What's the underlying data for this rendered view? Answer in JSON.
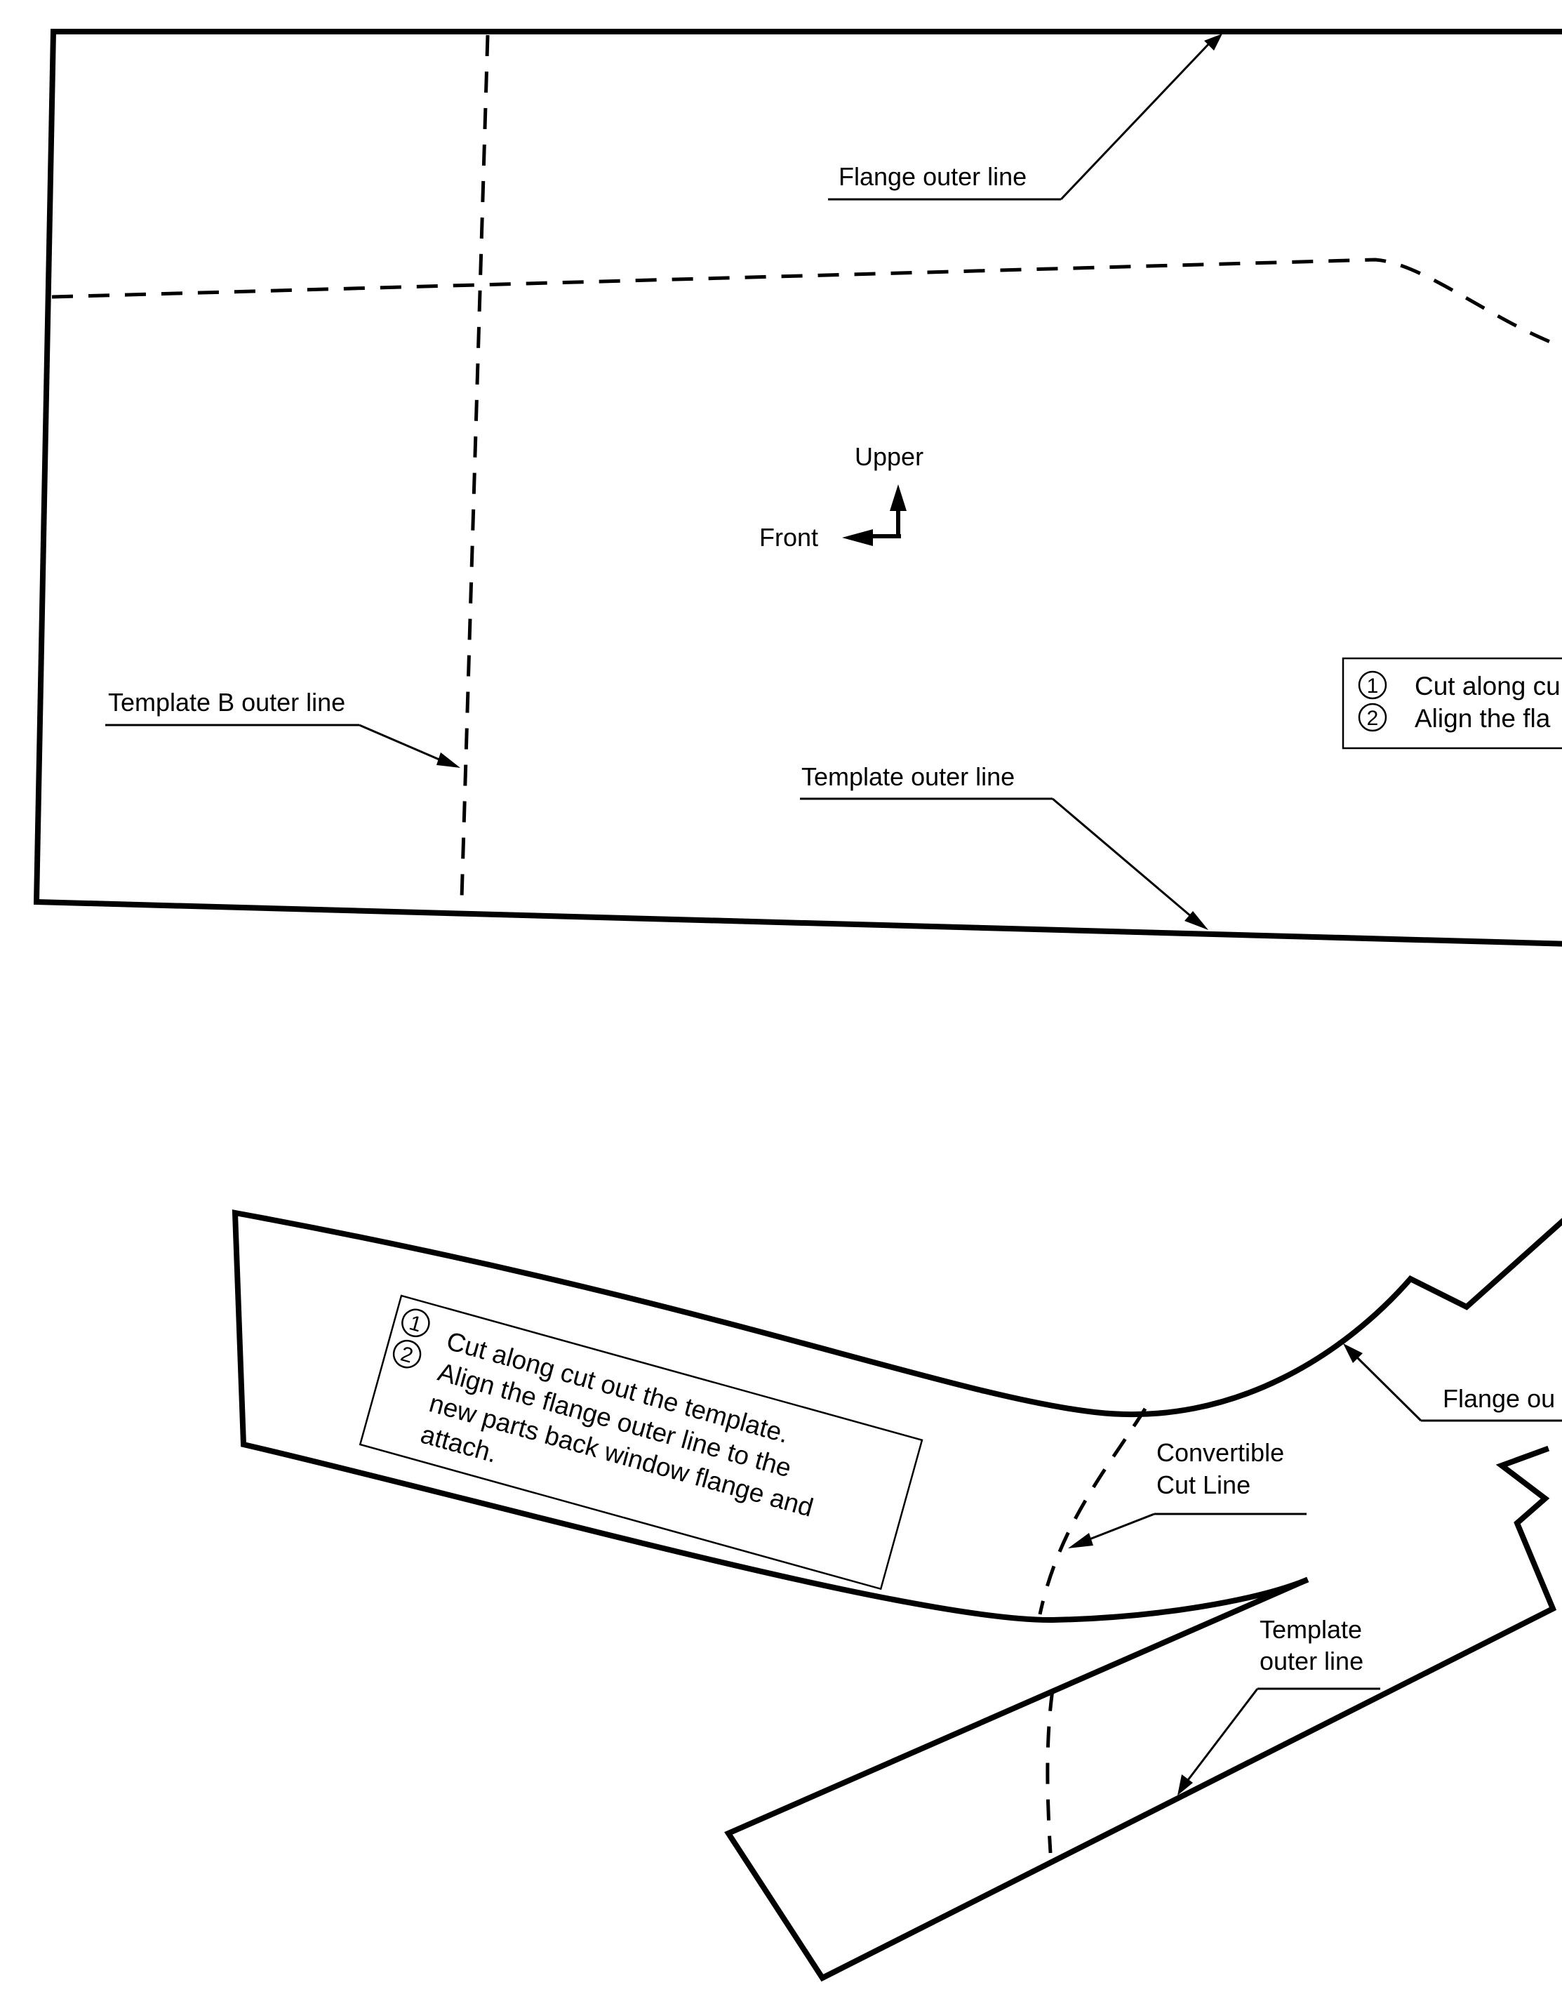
{
  "labels": {
    "flange_outer_line_top": "Flange outer line",
    "upper": "Upper",
    "front": "Front",
    "template_b_outer_line": "Template B outer line",
    "template_outer_line_top": "Template outer line",
    "flange_outer_line_bottom_partial": "Flange ou",
    "convertible_cut_line_1": "Convertible",
    "convertible_cut_line_2": "Cut Line",
    "template_outer_line_bottom_1": "Template",
    "template_outer_line_bottom_2": "outer line"
  },
  "top_note": {
    "step1_num": "1",
    "step1_partial": "Cut along cu",
    "step2_num": "2",
    "step2_partial": "Align the fla"
  },
  "bottom_note": {
    "step1_num": "1",
    "step2_num": "2",
    "line1": "Cut along cut out the template.",
    "line2": "Align the flange outer line to the",
    "line3": "new parts back window flange and",
    "line4": "attach."
  }
}
